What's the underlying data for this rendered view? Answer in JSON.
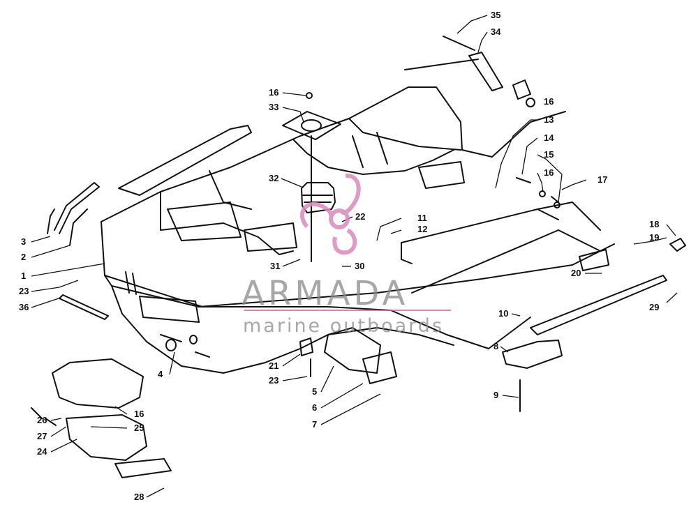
{
  "watermark": {
    "brand": "ARMADA",
    "tagline": "marine outboards",
    "accent_color": "#d98ab9",
    "logo": "propeller-logo-icon"
  },
  "diagram": {
    "line_color": "#111111",
    "background": "#ffffff",
    "callouts": {
      "c35": "35",
      "c34": "34",
      "c16a": "16",
      "c33": "33",
      "c16b": "16",
      "c13": "13",
      "c14": "14",
      "c15": "15",
      "c16c": "16",
      "c17": "17",
      "c32": "32",
      "c22": "22",
      "c11": "11",
      "c12": "12",
      "c18": "18",
      "c19": "19",
      "c3": "3",
      "c2": "2",
      "c1": "1",
      "c23a": "23",
      "c36": "36",
      "c31": "31",
      "c30": "30",
      "c20": "20",
      "c29": "29",
      "c10": "10",
      "c8": "8",
      "c4": "4",
      "c21": "21",
      "c23b": "23",
      "c5": "5",
      "c6": "6",
      "c7": "7",
      "c9": "9",
      "c26": "26",
      "c16d": "16",
      "c25": "25",
      "c27": "27",
      "c24": "24",
      "c28": "28"
    }
  }
}
